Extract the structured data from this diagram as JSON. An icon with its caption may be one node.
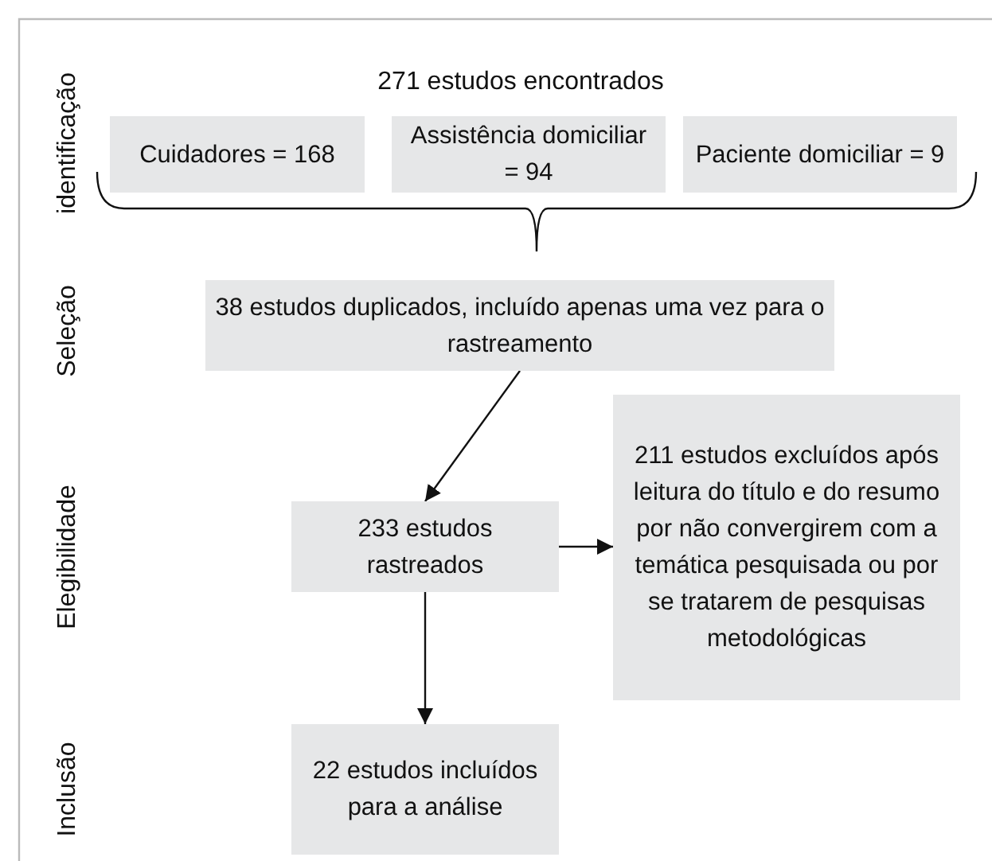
{
  "diagram": {
    "nodes": [
      {
        "text": [
          "Cuidadores = 168"
        ]
      },
      {
        "text": [
          "Assistência domiciliar = 94"
        ]
      },
      {
        "text": [
          "Paciente domiciliar = 9"
        ]
      },
      {
        "text": [
          "38 estudos duplicados, incluído apenas uma vez para o rastreamento"
        ]
      },
      {
        "text": [
          "233 estudos rastreados"
        ]
      },
      {
        "text": [
          "211 estudos excluídos após leitura do título e do resumo por não convergirem com a temática pesquisada ou por se tratarem de pesquisas metodológicas"
        ]
      },
      {
        "text": [
          "22 estudos incluídos para a análise"
        ]
      }
    ],
    "edges": [
      {
        "from": 3,
        "to": 4,
        "arrow": "to"
      },
      {
        "from": 4,
        "to": 5,
        "arrow": "to"
      },
      {
        "from": 4,
        "to": 6,
        "arrow": "to"
      }
    ],
    "labels": [
      "identificação",
      "271 estudos encontrados",
      "Seleção",
      "Elegibilidade",
      "Inclusão"
    ]
  }
}
